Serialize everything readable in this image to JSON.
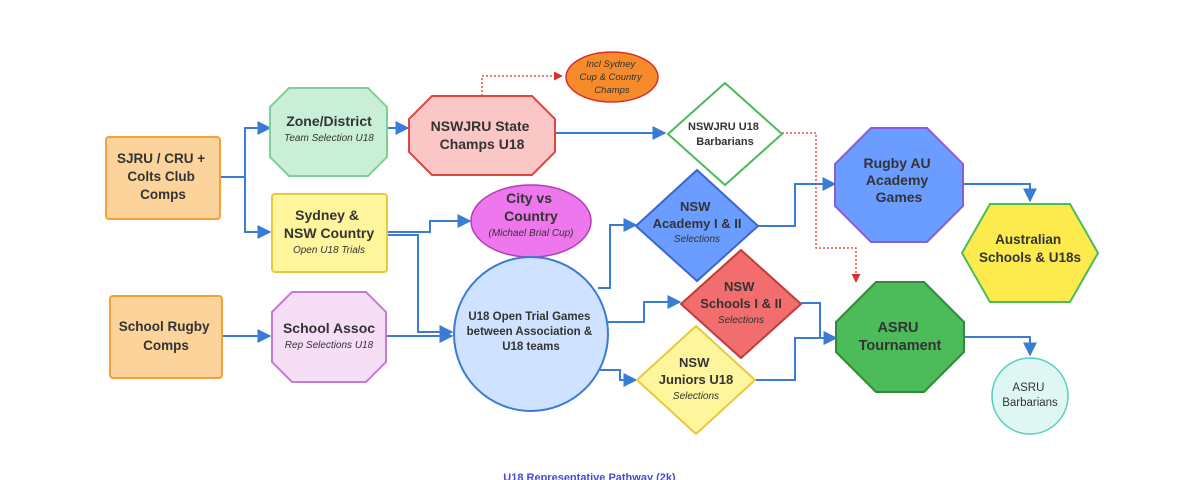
{
  "nodes": {
    "sjru": {
      "lines": [
        "SJRU / CRU +",
        "Colts Club",
        "Comps"
      ]
    },
    "school_comps": {
      "lines": [
        "School Rugby",
        "Comps"
      ]
    },
    "zone": {
      "lines": [
        "Zone/District"
      ],
      "sub": "Team Selection U18"
    },
    "sydney": {
      "lines": [
        "Sydney &",
        "NSW Country"
      ],
      "sub": "Open U18 Trials"
    },
    "school_assoc": {
      "lines": [
        "School Assoc"
      ],
      "sub": "Rep Selections U18"
    },
    "nswjru_state": {
      "lines": [
        "NSWJRU State",
        "Champs U18"
      ]
    },
    "incl_sydney": {
      "lines": [
        "Incl Sydney",
        "Cup & Country",
        "Champs"
      ]
    },
    "city_country": {
      "lines": [
        "City vs",
        "Country"
      ],
      "sub": "(Michael Brial Cup)"
    },
    "u18_open": {
      "lines": [
        "U18 Open Trial Games",
        "between Association &",
        "U18 teams"
      ]
    },
    "nswjru_barbarians": {
      "lines": [
        "NSWJRU U18",
        "Barbarians"
      ]
    },
    "nsw_academy": {
      "lines": [
        "NSW",
        "Academy I & II"
      ],
      "sub": "Selections"
    },
    "nsw_schools": {
      "lines": [
        "NSW",
        "Schools I & II"
      ],
      "sub": "Selections"
    },
    "nsw_juniors": {
      "lines": [
        "NSW",
        "Juniors U18"
      ],
      "sub": "Selections"
    },
    "rugby_au": {
      "lines": [
        "Rugby AU",
        "Academy",
        "Games"
      ]
    },
    "asru": {
      "lines": [
        "ASRU",
        "Tournament"
      ]
    },
    "australian_schools": {
      "lines": [
        "Australian",
        "Schools & U18s"
      ]
    },
    "asru_barbarians": {
      "lines": [
        "ASRU",
        "Barbarians"
      ]
    }
  },
  "caption": "U18 Representative Pathway (2k)",
  "colors": {
    "edge": "#3a7bd5",
    "dotted_edge": "#d9302c",
    "orange": "#fbd39b",
    "green_light": "#c9f0d6",
    "yellow": "#fff59d",
    "pink": "#f6def7",
    "red_light": "#fbc6c6",
    "magenta": "#ee77ee",
    "blue_light": "#cfe2ff",
    "blue": "#6b9cff",
    "red": "#f26d6d",
    "green": "#4cbb5a",
    "yellow_bright": "#fdea4c",
    "teal_light": "#dff7f3"
  }
}
